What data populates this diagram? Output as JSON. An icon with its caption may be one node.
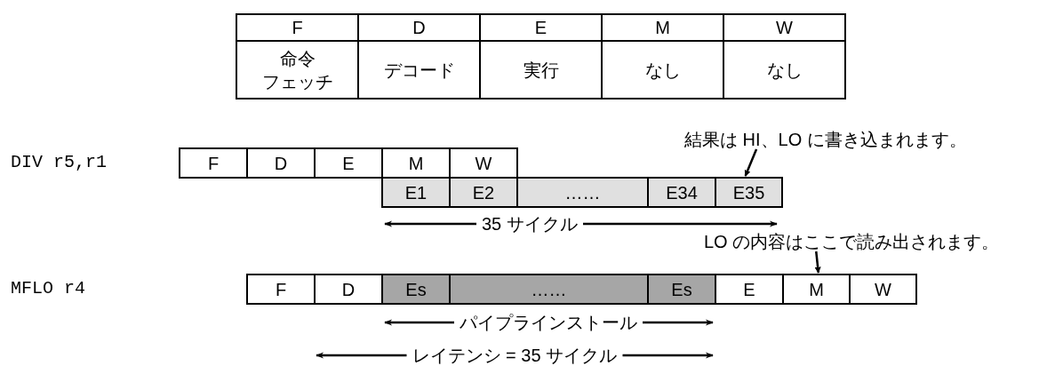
{
  "diagram": {
    "nodes": [
      {
        "text": [
          "結果は HI、LO に書き込まれます。"
        ]
      },
      {
        "text": [
          "F"
        ]
      },
      {
        "text": [
          "D"
        ]
      },
      {
        "text": [
          "E"
        ]
      },
      {
        "text": [
          "M"
        ]
      },
      {
        "text": [
          "W"
        ]
      },
      {
        "text": [
          "E1"
        ]
      },
      {
        "text": [
          "E2"
        ]
      },
      {
        "text": [
          "……"
        ]
      },
      {
        "text": [
          "E34"
        ]
      },
      {
        "text": [
          "E35"
        ]
      },
      {
        "text": [
          "LO の内容はここで読み出されます。"
        ]
      },
      {
        "text": [
          "F"
        ]
      },
      {
        "text": [
          "D"
        ]
      },
      {
        "text": [
          "Es"
        ]
      },
      {
        "text": [
          "……"
        ]
      },
      {
        "text": [
          "Es"
        ]
      },
      {
        "text": [
          "E"
        ]
      },
      {
        "text": [
          "M"
        ]
      },
      {
        "text": [
          "W"
        ]
      }
    ],
    "edges": [
      {
        "from": 0,
        "to": 10,
        "arrow": "to"
      },
      {
        "from": 11,
        "to": 18,
        "arrow": "to"
      }
    ],
    "labels": [
      "F",
      "D",
      "E",
      "M",
      "W",
      "命令フェッチ",
      "デコード",
      "実行",
      "なし",
      "なし",
      "DIV r5,r1",
      "MFLO r4",
      "35 サイクル",
      "パイプラインストール",
      "レイテンシ = 35 サイクル"
    ]
  }
}
